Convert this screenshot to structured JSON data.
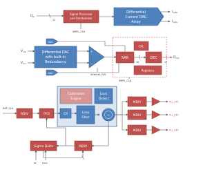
{
  "top_section": {
    "input_signal": "D",
    "input_sub": "in",
    "bus_width": "12",
    "processor_label_1": "Signal Processor",
    "processor_label_2": "and Randomizer",
    "clock_label": "SMPL_CLK",
    "dac_label_1": "Differential",
    "dac_label_2": "Current DAC",
    "dac_label_3": "Array",
    "out_pos": "I",
    "out_pos_sub": "outp",
    "out_neg": "I",
    "out_neg_sub": "outn"
  },
  "adc_section": {
    "vin_pos": "V",
    "vin_pos_sub": "inp",
    "vin_neg": "V",
    "vin_neg_sub": "inn",
    "dac_label_1": "Differential DAC",
    "dac_label_2": "with built-in",
    "dac_label_3": "Redundancy",
    "dac_small_label": "DAC",
    "sar_label": "SAR",
    "dec_label": "DEC",
    "cal_label": "CAL",
    "registers_label": "Registers",
    "internal_clk": "Internal_CLK",
    "smpl_clk": "SMPL_CLK",
    "output_signal": "D",
    "output_sub": "out",
    "bus_width": "12",
    "sar_bus_width": "16"
  },
  "pll_section": {
    "ref_clk": "REF_CLK",
    "rdiv_label": "RDIV",
    "pfd_label": "PFD",
    "cp_label": "CP",
    "calibration_label_1": "Calibration",
    "calibration_label_2": "Engine",
    "lock_label_1": "Lock",
    "lock_label_2": "Detect",
    "loop_filter_label_1": "Loop",
    "loop_filter_label_2": "Filter",
    "vco_symbol": "~",
    "mdiv_labels": [
      "MDIV",
      "MDIV",
      "MDIV"
    ],
    "outputs": [
      "PLL_OP1",
      "PLL_OP2",
      "PLL_OP3"
    ],
    "sigma_delta_label": "Sigma Delta",
    "ndiv_label": "NDIV",
    "sd_inputs": [
      "NF",
      "FRAC"
    ]
  },
  "colors": {
    "red_fill": "#c0504d",
    "red_stroke": "#8c3836",
    "blue_fill": "#4f81bd",
    "blue_stroke": "#385d8a",
    "light_blue": "#dce6f2",
    "pink_fill": "#d99694",
    "wire": "#555555"
  }
}
